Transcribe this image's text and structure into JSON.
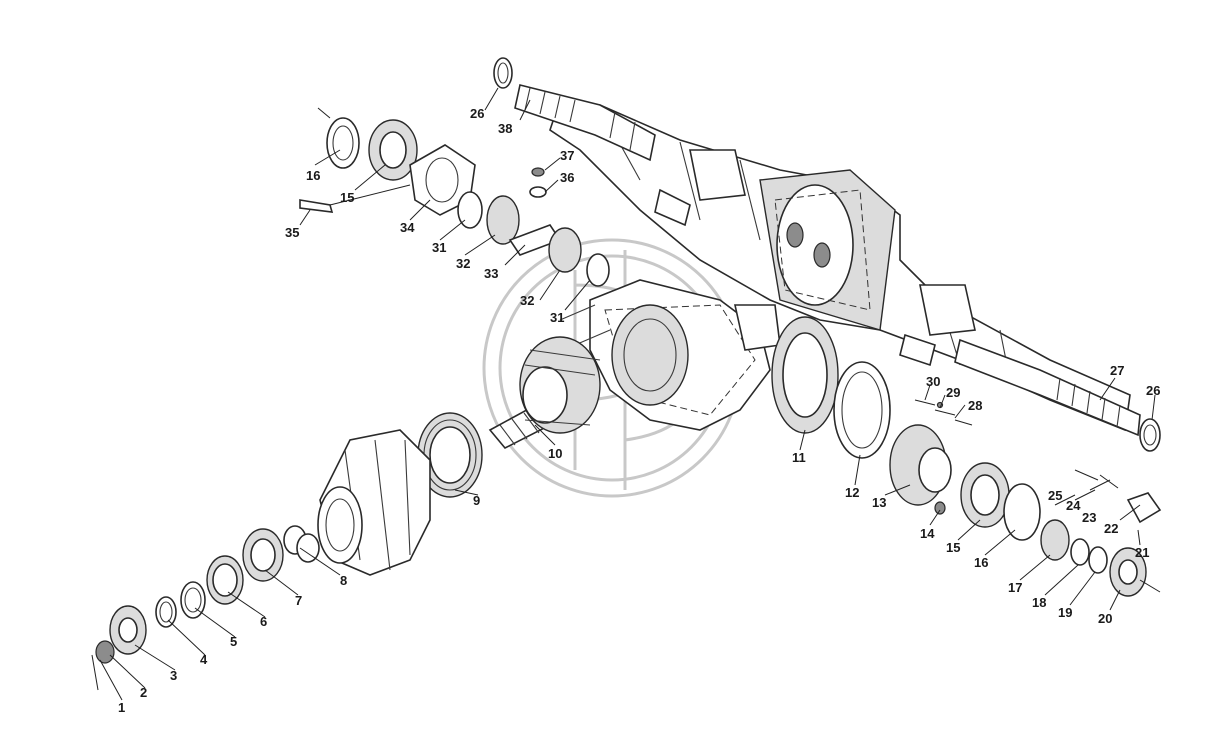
{
  "callouts": [
    "1",
    "2",
    "3",
    "4",
    "5",
    "6",
    "7",
    "8",
    "9",
    "10",
    "11",
    "12",
    "13",
    "14",
    "15",
    "16",
    "17",
    "18",
    "19",
    "20",
    "21",
    "22",
    "23",
    "24",
    "25",
    "26",
    "27",
    "28",
    "29",
    "30",
    "31",
    "32",
    "33",
    "34",
    "35",
    "36",
    "37",
    "38"
  ],
  "extra_callouts": {
    "c15b": "15",
    "c16b": "16",
    "c26b": "26",
    "c31b": "31",
    "c32b": "32"
  },
  "colors": {
    "line": "#2a2a2a",
    "watermark": "#c8c8c8",
    "shade": "#dcdcdc"
  }
}
